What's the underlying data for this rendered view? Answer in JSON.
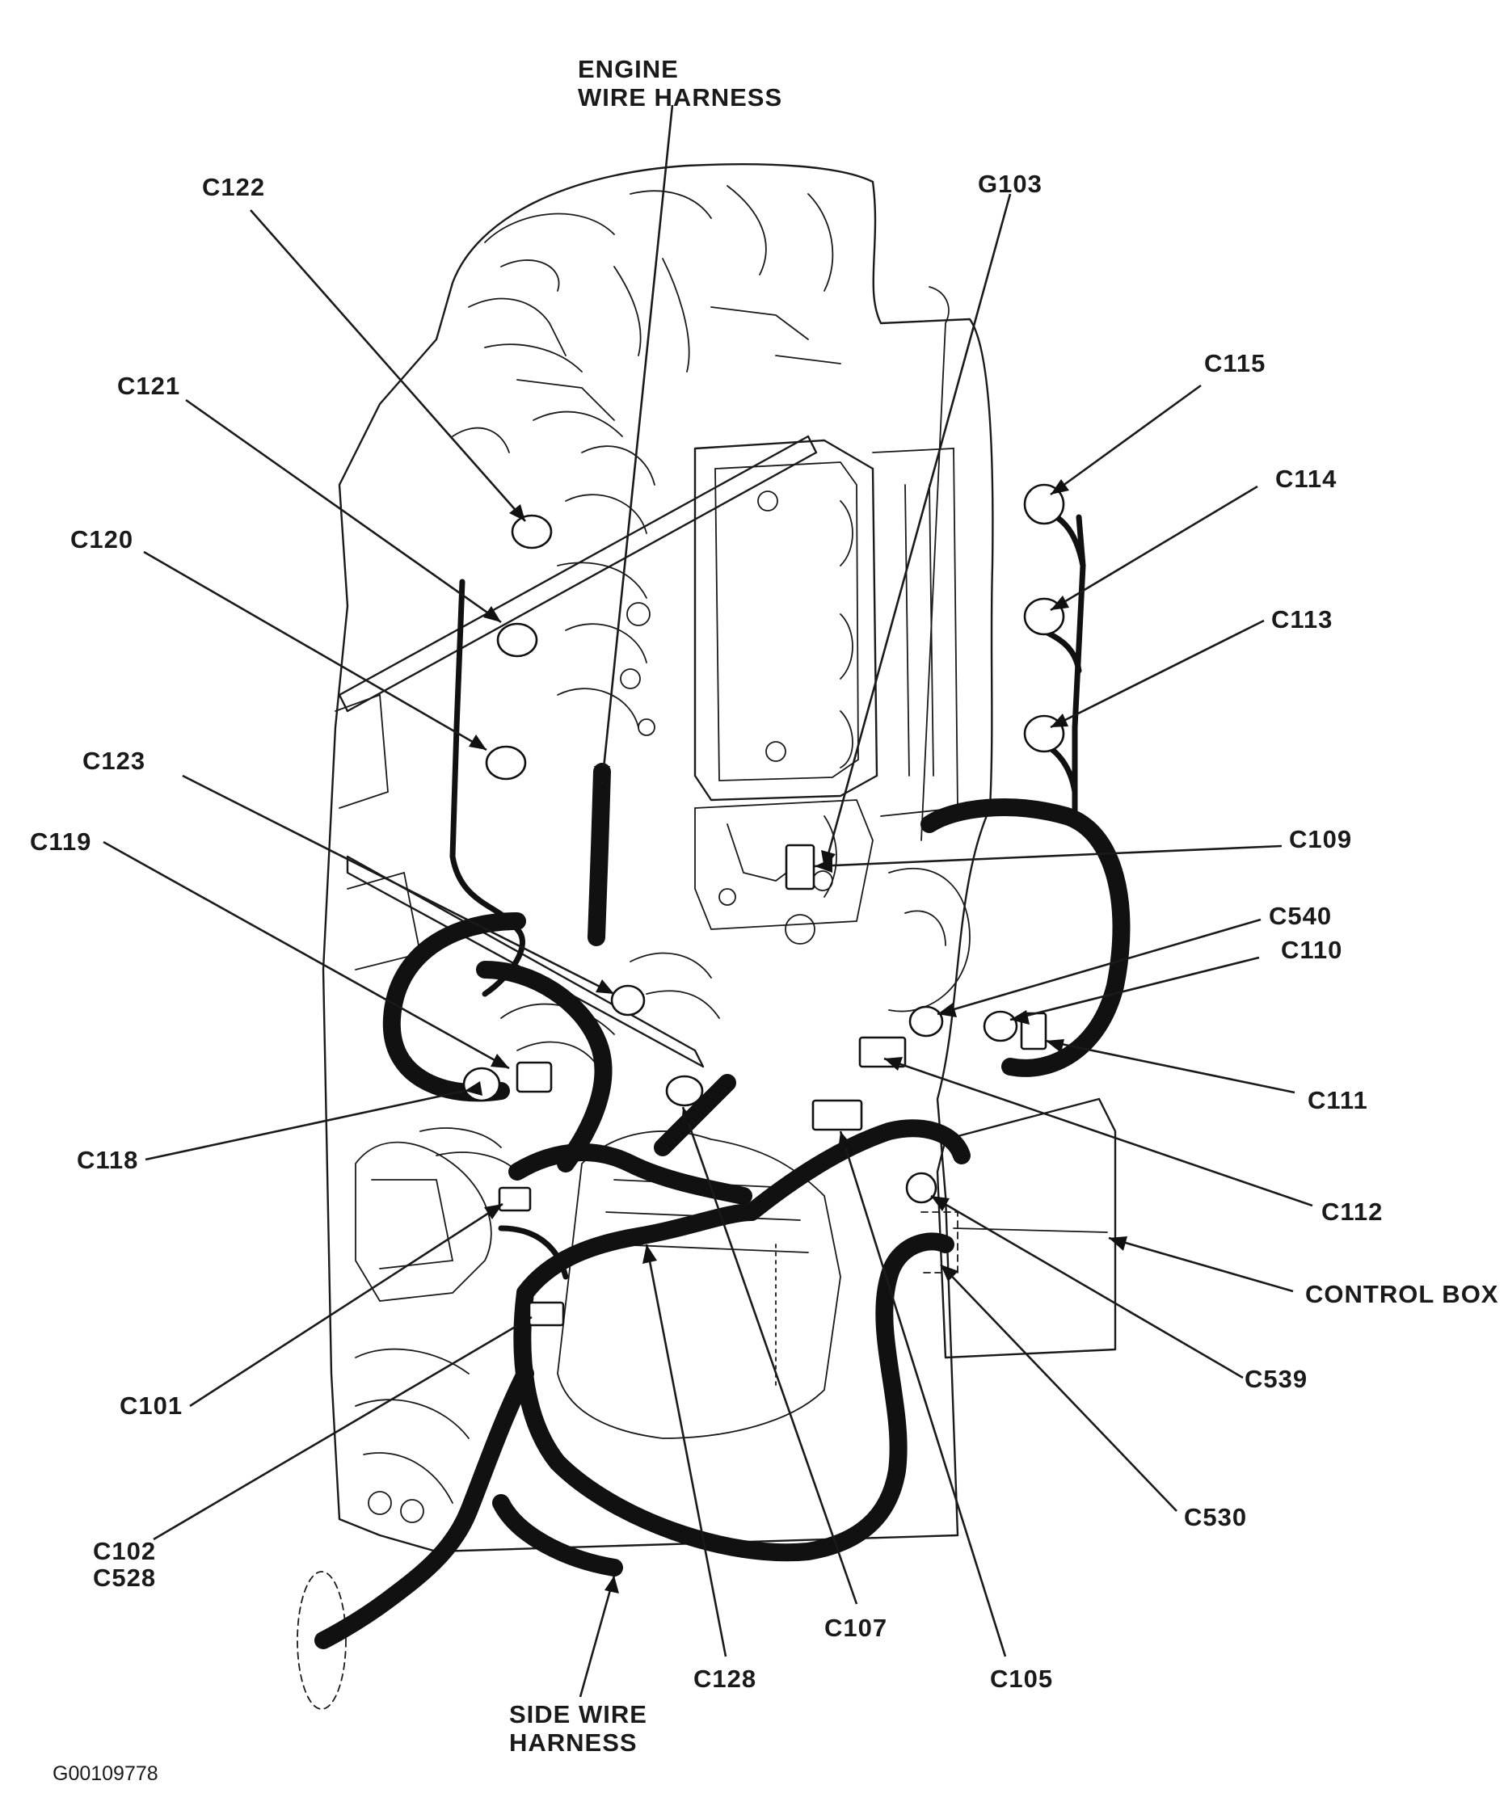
{
  "figure_id": "G00109778",
  "labels": {
    "engine_harness": [
      "ENGINE",
      "WIRE HARNESS"
    ],
    "side_harness": [
      "SIDE WIRE",
      "HARNESS"
    ],
    "control_box": "CONTROL BOX",
    "c122": "C122",
    "c121": "C121",
    "c120": "C120",
    "c123": "C123",
    "c119": "C119",
    "c118": "C118",
    "c101": "C101",
    "c102": "C102",
    "c528": "C528",
    "c128": "C128",
    "c107": "C107",
    "c105": "C105",
    "g103": "G103",
    "c115": "C115",
    "c114": "C114",
    "c113": "C113",
    "c109": "C109",
    "c540": "C540",
    "c110": "C110",
    "c111": "C111",
    "c112": "C112",
    "c539": "C539",
    "c530": "C530"
  }
}
